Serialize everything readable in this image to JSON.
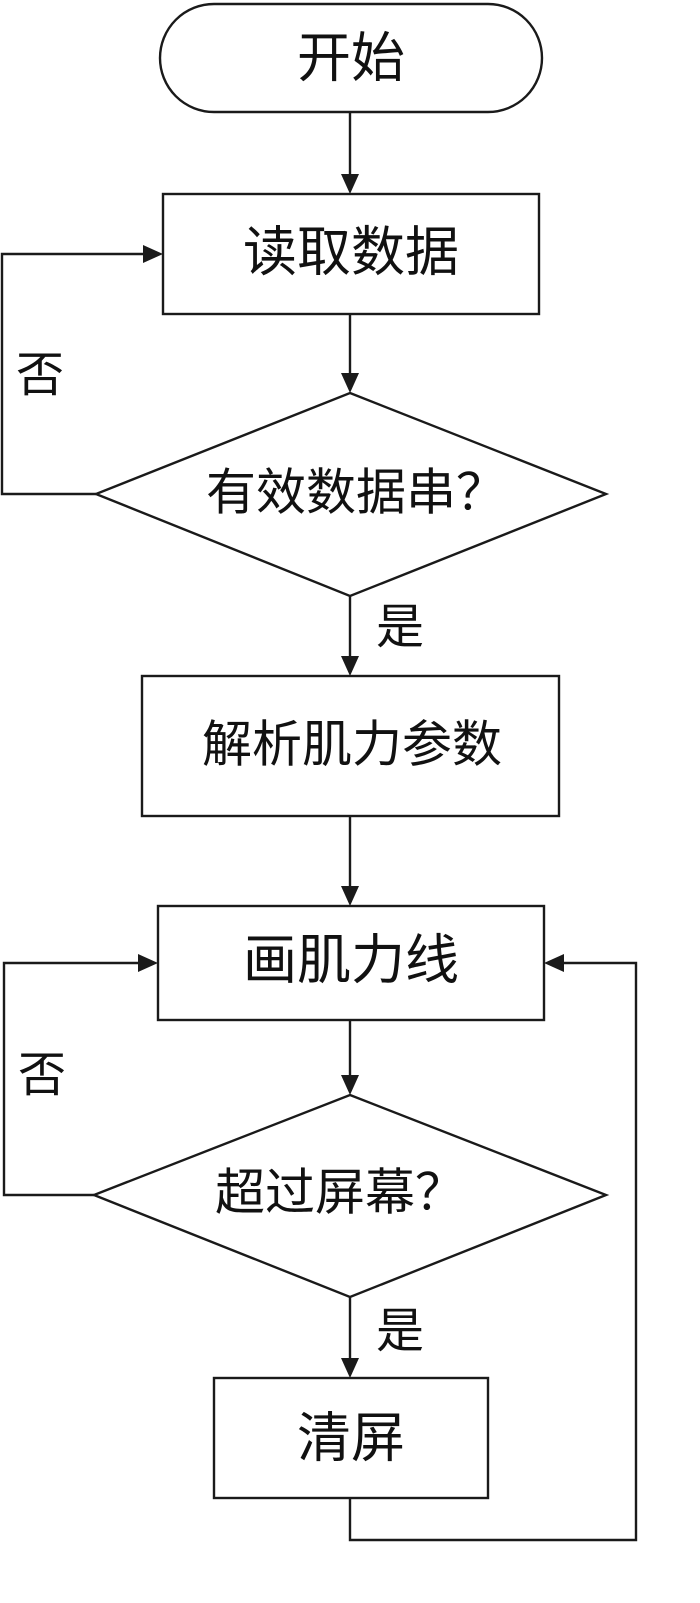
{
  "nodes": {
    "start": "开始",
    "read_data": "读取数据",
    "valid_string": "有效数据串？",
    "parse_params": "解析肌力参数",
    "draw_line": "画肌力线",
    "exceed_screen": "超过屏幕？",
    "clear_screen": "清屏"
  },
  "branches": {
    "valid_no": "否",
    "valid_yes": "是",
    "exceed_no": "否",
    "exceed_yes": "是"
  }
}
